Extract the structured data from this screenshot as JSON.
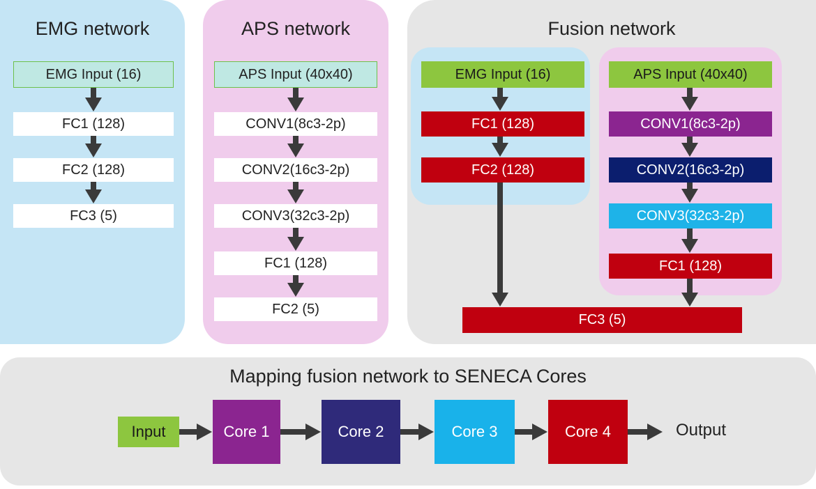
{
  "emg_network": {
    "title": "EMG network",
    "blocks": [
      "EMG Input (16)",
      "FC1 (128)",
      "FC2 (128)",
      "FC3 (5)"
    ]
  },
  "aps_network": {
    "title": "APS network",
    "blocks": [
      "APS Input (40x40)",
      "CONV1(8c3-2p)",
      "CONV2(16c3-2p)",
      "CONV3(32c3-2p)",
      "FC1 (128)",
      "FC2 (5)"
    ]
  },
  "fusion_network": {
    "title": "Fusion network",
    "emg_blocks": [
      "EMG Input (16)",
      "FC1 (128)",
      "FC2 (128)"
    ],
    "aps_blocks": [
      "APS Input (40x40)",
      "CONV1(8c3-2p)",
      "CONV2(16c3-2p)",
      "CONV3(32c3-2p)",
      "FC1 (128)"
    ],
    "output_block": "FC3 (5)"
  },
  "mapping": {
    "title": "Mapping fusion network to SENECA Cores",
    "input_label": "Input",
    "cores": [
      "Core 1",
      "Core 2",
      "Core 3",
      "Core 4"
    ],
    "output_label": "Output"
  },
  "colors": {
    "emg_panel": "#c5e5f5",
    "aps_panel": "#f0ccec",
    "gray_panel": "#e6e6e6",
    "arrow": "#3a3a3a"
  }
}
